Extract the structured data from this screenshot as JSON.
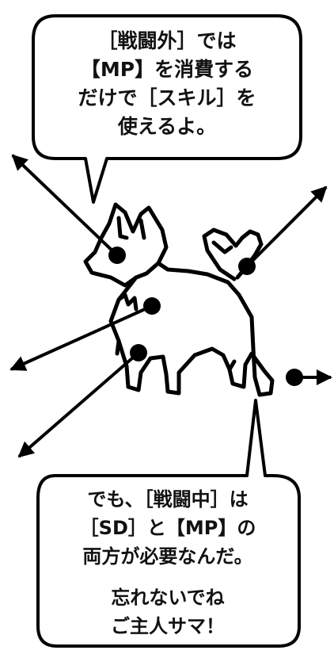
{
  "top_bubble": {
    "lines": [
      "［戦闘外］では",
      "【MP】を消費する",
      "だけで［スキル］を",
      "使えるよ。"
    ]
  },
  "bottom_bubble": {
    "lines_a": [
      "でも、［戦闘中］は",
      "［SD］と【MP】の",
      "両方が必要なんだ。"
    ],
    "lines_b": [
      "忘れないでね",
      "ご主人サマ！"
    ]
  },
  "illustration": {
    "subject": "dog-line-art",
    "marker_color": "#000000",
    "marker_count": 5
  }
}
